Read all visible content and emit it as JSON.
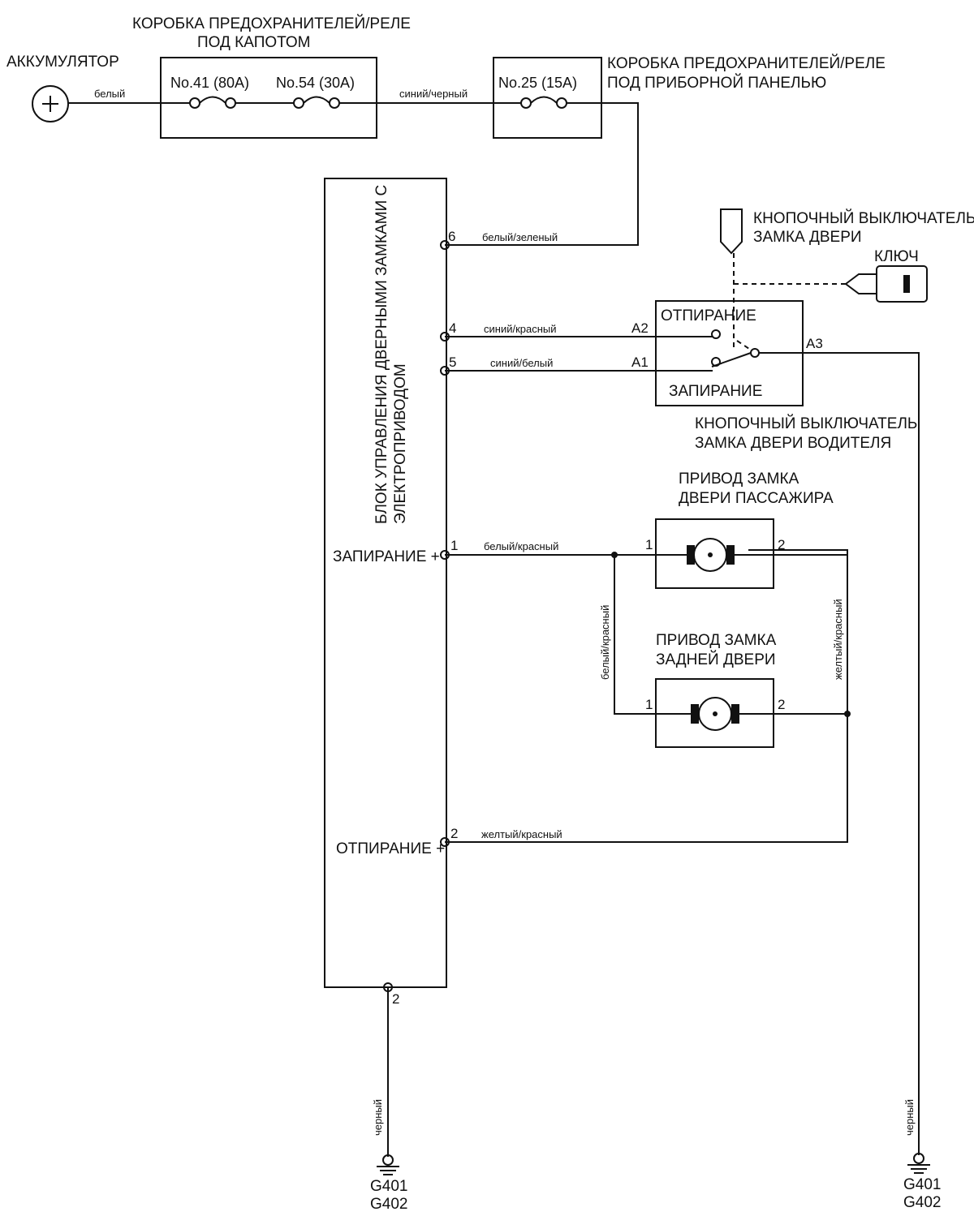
{
  "battery": {
    "label": "АККУМУЛЯТОР",
    "symbol": "+"
  },
  "underhood_box": {
    "title_line1": "КОРОБКА ПРЕДОХРАНИТЕЛЕЙ/РЕЛЕ",
    "title_line2": "ПОД КАПОТОМ",
    "fuse1": "No.41 (80A)",
    "fuse2": "No.54 (30A)"
  },
  "dash_box": {
    "title_line1": "КОРОБКА ПРЕДОХРАНИТЕЛЕЙ/РЕЛЕ",
    "title_line2": "ПОД ПРИБОРНОЙ ПАНЕЛЬЮ",
    "fuse": "No.25 (15A)"
  },
  "control_unit": {
    "title_line1": "БЛОК УПРАВЛЕНИЯ ДВЕРНЫМИ ЗАМКАМИ С",
    "title_line2": "ЭЛЕКТРОПРИВОДОМ",
    "lock_plus": "ЗАПИРАНИЕ +",
    "unlock_plus": "ОТПИРАНИЕ +"
  },
  "pins": {
    "cu6": "6",
    "cu4": "4",
    "cu5": "5",
    "cu1": "1",
    "cu2": "2",
    "cu_gnd": "2",
    "a1": "A1",
    "a2": "A2",
    "a3": "A3",
    "pass_1": "1",
    "pass_2": "2",
    "rear_1": "1",
    "rear_2": "2"
  },
  "wires": {
    "battery_out": "белый",
    "fuse_link": "синий/черный",
    "pin6": "белый/зеленый",
    "pin4": "синий/красный",
    "pin5": "синий/белый",
    "pin1": "белый/красный",
    "pin2": "желтый/красный",
    "vert_left": "белый/красный",
    "vert_right": "желтый/красный",
    "ground_left": "черный",
    "ground_right": "черный"
  },
  "switch": {
    "title_line1": "КНОПОЧНЫЙ ВЫКЛЮЧАТЕЛЬ",
    "title_line2": "ЗАМКА ДВЕРИ",
    "key": "КЛЮЧ",
    "unlock": "ОТПИРАНИЕ",
    "lock": "ЗАПИРАНИЕ",
    "caption_line1": "КНОПОЧНЫЙ ВЫКЛЮЧАТЕЛЬ",
    "caption_line2": "ЗАМКА ДВЕРИ ВОДИТЕЛЯ"
  },
  "passenger_actuator": {
    "line1": "ПРИВОД ЗАМКА",
    "line2": "ДВЕРИ ПАССАЖИРА"
  },
  "rear_actuator": {
    "line1": "ПРИВОД ЗАМКА",
    "line2": "ЗАДНЕЙ ДВЕРИ"
  },
  "grounds": {
    "left_1": "G401",
    "left_2": "G402",
    "right_1": "G401",
    "right_2": "G402"
  }
}
